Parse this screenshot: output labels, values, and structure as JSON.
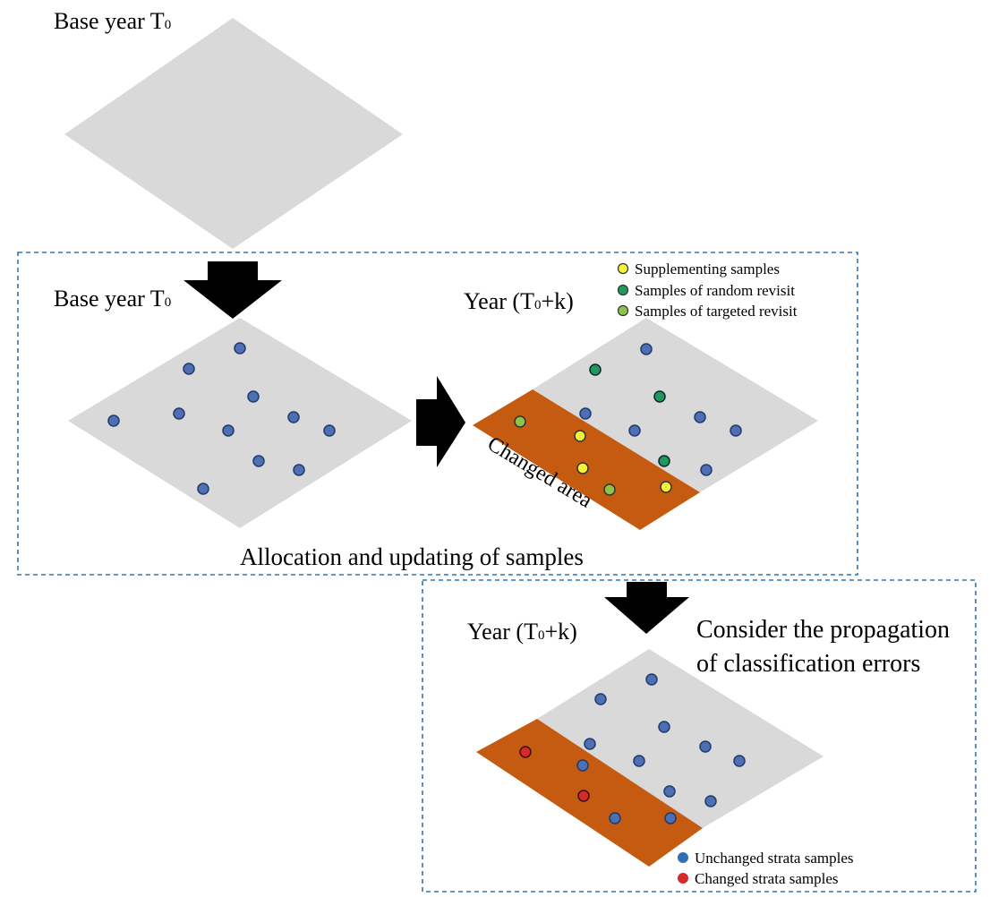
{
  "top_panel": {
    "title_prefix": "Base year T",
    "title_sub": "0"
  },
  "allocation_panel": {
    "left_title_prefix": "Base year T",
    "left_title_sub": "0",
    "right_title_prefix": "Year (T",
    "right_title_sub": "0",
    "right_title_suffix": "+k)",
    "changed_area_label": "Changed area",
    "caption": "Allocation and updating of samples",
    "legend": [
      {
        "label": "Supplementing samples",
        "color": "#f5f23a"
      },
      {
        "label": "Samples of random revisit",
        "color": "#1f9a5a"
      },
      {
        "label": "Samples of targeted revisit",
        "color": "#8cc34a"
      }
    ]
  },
  "propagation_panel": {
    "title_prefix": "Year (T",
    "title_sub": "0",
    "title_suffix": "+k)",
    "note_line1": "Consider the propagation",
    "note_line2": "of classification errors",
    "legend": [
      {
        "label": "Unchanged strata samples",
        "color": "#2e6fb5"
      },
      {
        "label": "Changed strata samples",
        "color": "#d42a2a"
      }
    ]
  },
  "colors": {
    "plane": "#d9d9d9",
    "changed_area": "#c55a11",
    "sample_blue": "#4f6fb5",
    "panel_border": "#2e75b6",
    "arrow": "#000000"
  }
}
